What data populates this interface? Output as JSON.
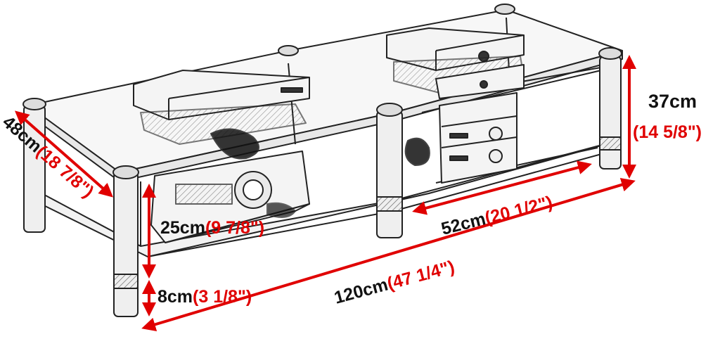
{
  "colors": {
    "dimension": "#e00000",
    "black_label": "#111111",
    "sketch_line": "#222222",
    "sketch_fill": "#f2f2f2",
    "background": "#ffffff"
  },
  "dimensions": {
    "height": {
      "metric": "37cm",
      "imperial": "(14 5/8\")"
    },
    "depth": {
      "metric": "48cm",
      "imperial": "(18 7/8\")"
    },
    "inner_height": {
      "metric": "25cm",
      "imperial": "(9 7/8\")"
    },
    "compartment_width": {
      "metric": "52cm",
      "imperial": "(20 1/2\")"
    },
    "leg_height": {
      "metric": "8cm",
      "imperial": "(3 1/8\")"
    },
    "width": {
      "metric": "120cm",
      "imperial": "(47 1/4\")"
    }
  }
}
